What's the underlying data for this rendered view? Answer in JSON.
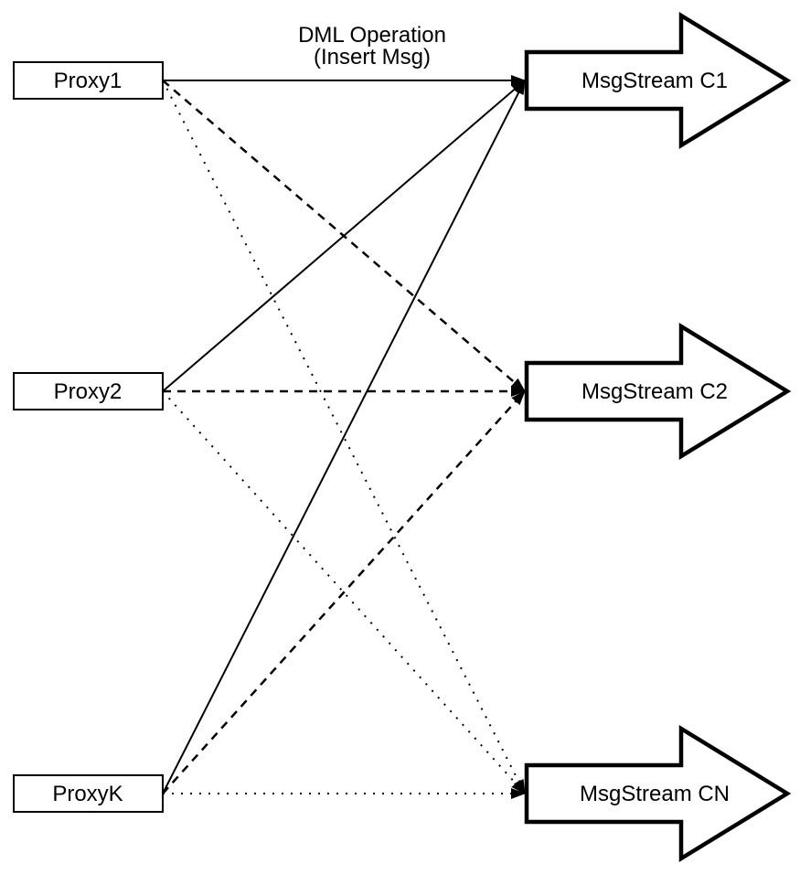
{
  "diagram": {
    "title": {
      "line1": "DML Operation",
      "line2": "(Insert Msg)"
    },
    "proxies": [
      {
        "id": "proxy1",
        "label": "Proxy1"
      },
      {
        "id": "proxy2",
        "label": "Proxy2"
      },
      {
        "id": "proxyk",
        "label": "ProxyK"
      }
    ],
    "streams": [
      {
        "id": "msgstream-c1",
        "label": "MsgStream C1",
        "incoming_line_style": "solid"
      },
      {
        "id": "msgstream-c2",
        "label": "MsgStream C2",
        "incoming_line_style": "dashed"
      },
      {
        "id": "msgstream-cn",
        "label": "MsgStream CN",
        "incoming_line_style": "dotted"
      }
    ],
    "connections": [
      {
        "from": "Proxy1",
        "to": "MsgStream C1",
        "style": "solid"
      },
      {
        "from": "Proxy1",
        "to": "MsgStream C2",
        "style": "dashed"
      },
      {
        "from": "Proxy1",
        "to": "MsgStream CN",
        "style": "dotted"
      },
      {
        "from": "Proxy2",
        "to": "MsgStream C1",
        "style": "solid"
      },
      {
        "from": "Proxy2",
        "to": "MsgStream C2",
        "style": "dashed"
      },
      {
        "from": "Proxy2",
        "to": "MsgStream CN",
        "style": "dotted"
      },
      {
        "from": "ProxyK",
        "to": "MsgStream C1",
        "style": "solid"
      },
      {
        "from": "ProxyK",
        "to": "MsgStream C2",
        "style": "dashed"
      },
      {
        "from": "ProxyK",
        "to": "MsgStream CN",
        "style": "dotted"
      }
    ],
    "colors": {
      "stroke": "#000000",
      "shape_fill": "#ffffff",
      "arrowhead": "#000000",
      "background": "#ffffff"
    }
  }
}
